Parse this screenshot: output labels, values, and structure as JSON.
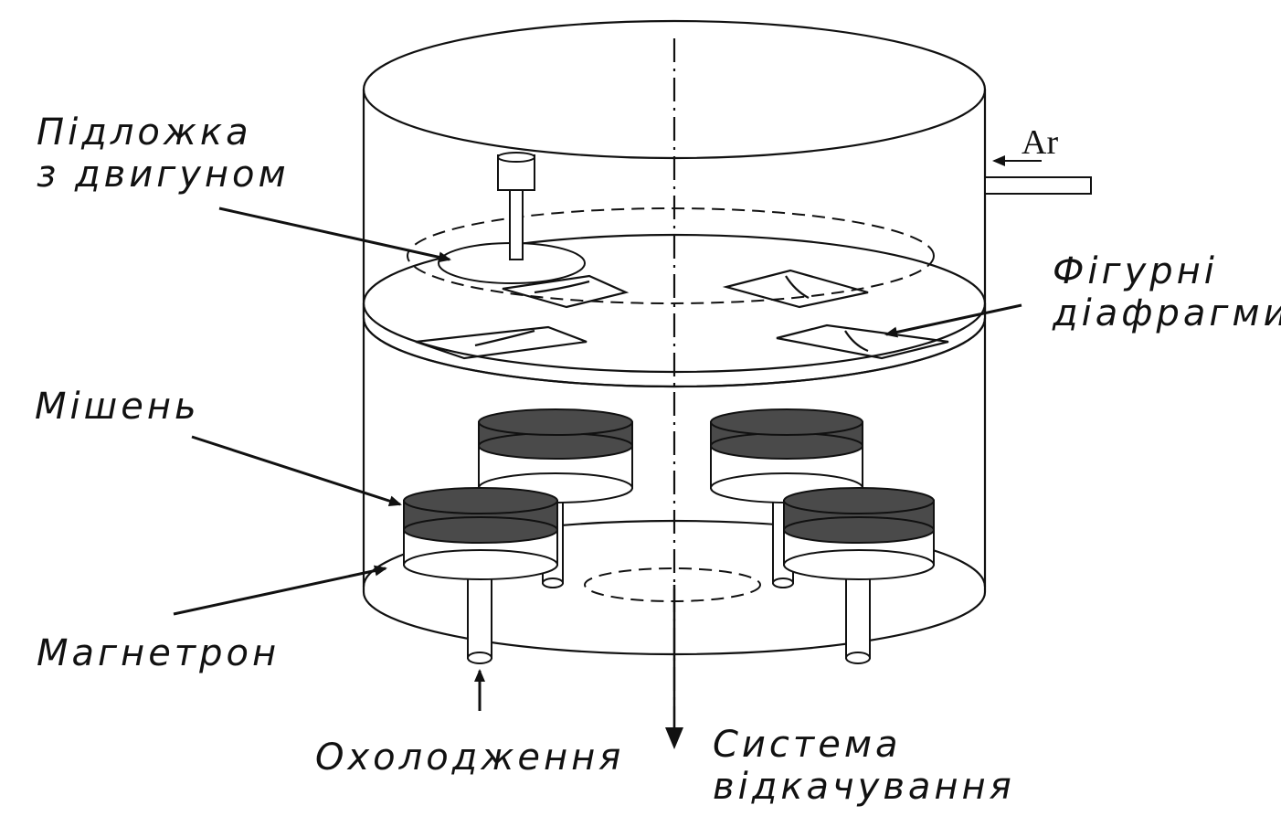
{
  "labels": {
    "substrate": [
      "Підложка",
      "з двигуном"
    ],
    "diaphragms": [
      "Фігурні",
      "діафрагми"
    ],
    "target": "Мішень",
    "magnetron": "Магнетрон",
    "cooling": "Охолодження",
    "pumping": [
      "Система",
      "відкачування"
    ],
    "gas": "Ar"
  },
  "colors": {
    "line": "#111111",
    "target_fill": "#4a4a4a",
    "background": "#ffffff"
  }
}
